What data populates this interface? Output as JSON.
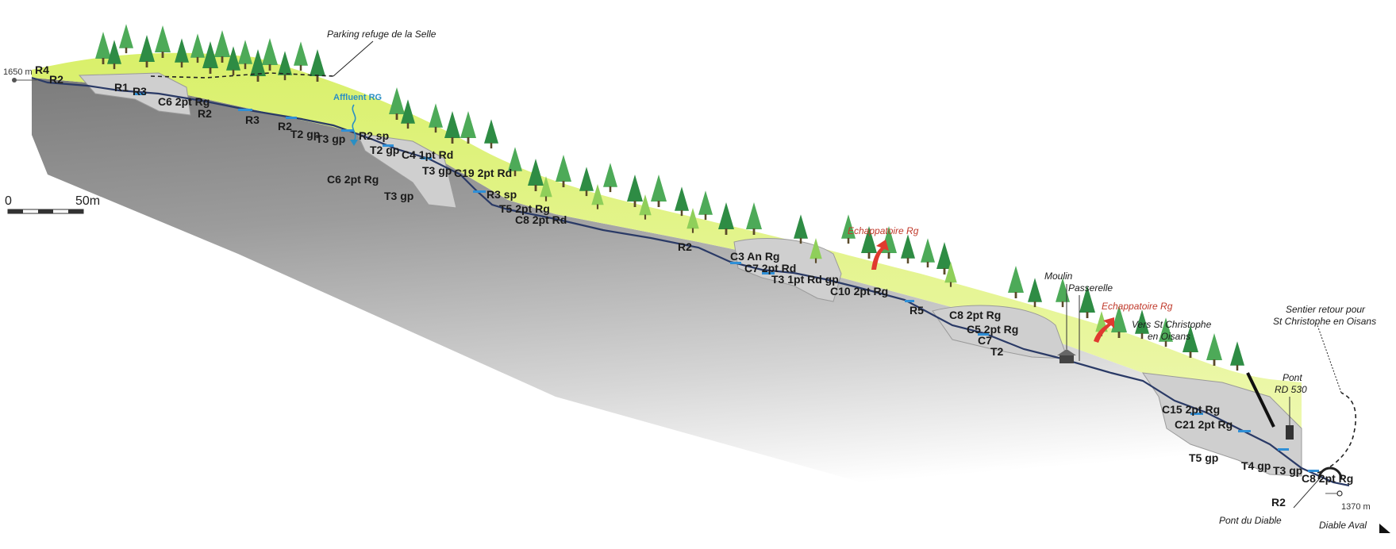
{
  "diagram": {
    "altitude_top": "1650 m",
    "altitude_bottom": "1370 m",
    "scale": {
      "zero": "0",
      "length": "50m"
    },
    "places": {
      "parking": "Parking refuge de la Selle",
      "affluent": "Affluent RG",
      "echappatoire_1": "Echappatoire Rg",
      "echappatoire_2": "Echappatoire Rg",
      "moulin": "Moulin",
      "passerelle": "Passerelle",
      "vers_st_christophe_1": "Vers St Christophe",
      "vers_st_christophe_2": "en Oisans",
      "sentier_1": "Sentier retour pour",
      "sentier_2": "St Christophe en Oisans",
      "pont_rd_1": "Pont",
      "pont_rd_2": "RD 530",
      "pont_diable": "Pont du Diable",
      "diable_aval": "Diable Aval"
    },
    "obstacles": [
      "R4",
      "R2",
      "R1",
      "R3",
      "C6 2pt Rg",
      "R2",
      "R3",
      "R2",
      "T2 gp",
      "T3 gp",
      "R2 sp",
      "T2 gp",
      "C4 1pt Rd",
      "C6 2pt Rg",
      "T3 gp",
      "T3 gp",
      "C19 2pt Rd",
      "R3 sp",
      "T5 2pt Rg",
      "C8 2pt Rd",
      "R2",
      "C3 An Rg",
      "C7 2pt Rd",
      "T3 1pt Rd gp",
      "C10 2pt Rg",
      "R5",
      "C8 2pt Rg",
      "C5 2pt Rg",
      "C7",
      "T2",
      "C15 2pt Rg",
      "C21 2pt Rg",
      "T5 gp",
      "T4 gp",
      "T3 gp",
      "C8 2pt Rg",
      "R2"
    ]
  }
}
